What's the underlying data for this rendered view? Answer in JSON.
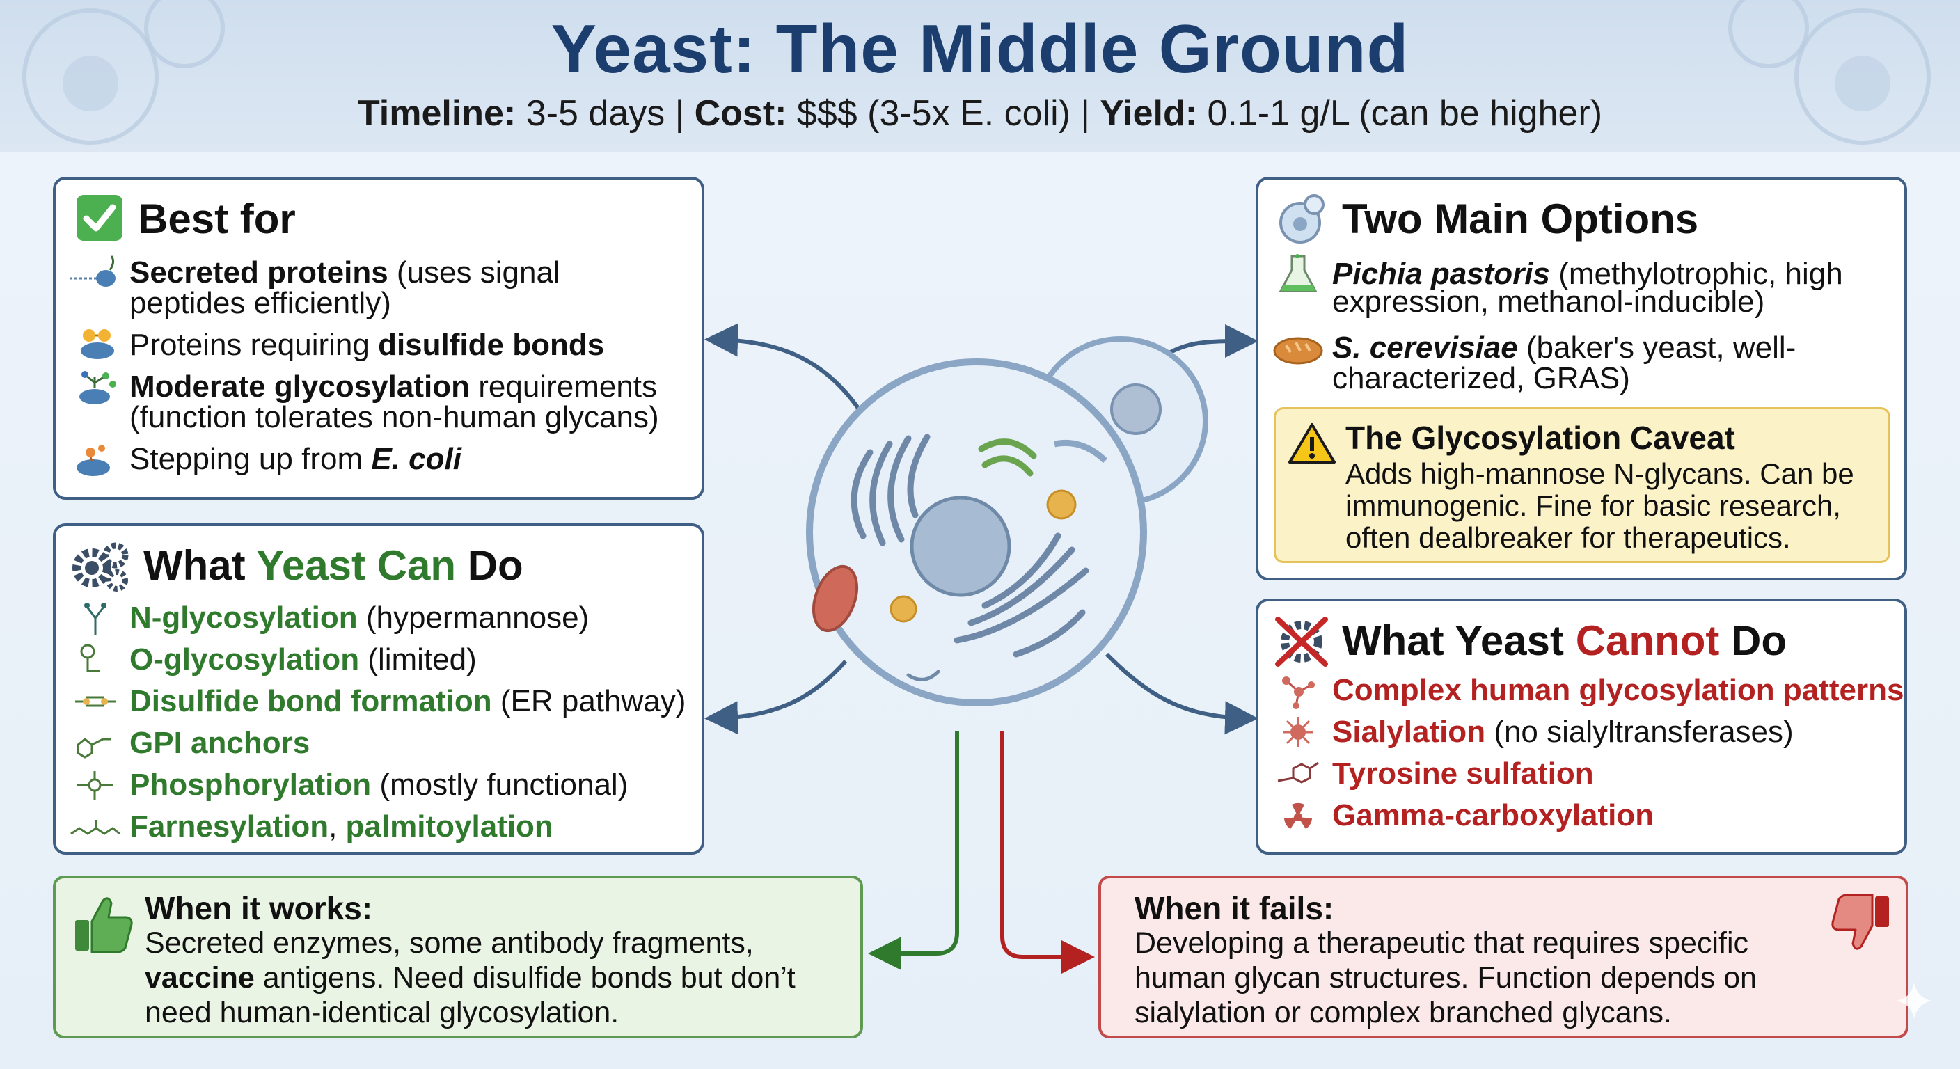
{
  "header": {
    "title": "Yeast: The Middle Ground",
    "timeline_label": "Timeline:",
    "timeline_value": " 3-5 days | ",
    "cost_label": "Cost:",
    "cost_value": " $$$ (3-5x E. coli) | ",
    "yield_label": "Yield:",
    "yield_value": " 0.1-1 g/L (can be higher)"
  },
  "best_for": {
    "title": "Best for",
    "items": [
      {
        "bold": "Secreted proteins",
        "rest": " (uses signal",
        "line2": "peptides efficiently)"
      },
      {
        "pre": "Proteins requiring ",
        "bold": "disulfide bonds"
      },
      {
        "bold": "Moderate glycosylation",
        "rest": " requirements",
        "line2": "(function tolerates non-human glycans)"
      },
      {
        "pre": "Stepping up from ",
        "bold_italic": "E. coli"
      }
    ]
  },
  "can_do": {
    "title_pre": "What ",
    "title_accent": "Yeast Can",
    "title_post": " Do",
    "items": [
      {
        "name": "N-glycosylation",
        "note": " (hypermannose)"
      },
      {
        "name": "O-glycosylation",
        "note": " (limited)"
      },
      {
        "name": "Disulfide bond formation",
        "note": " (ER pathway)"
      },
      {
        "name": "GPI anchors",
        "note": ""
      },
      {
        "name": "Phosphorylation",
        "note": " (mostly functional)"
      },
      {
        "name": "Farnesylation",
        "sep": ", ",
        "name2": "palmitoylation"
      }
    ]
  },
  "options": {
    "title": "Two Main Options",
    "items": [
      {
        "name": "Pichia pastoris",
        "rest": " (methylotrophic, high",
        "line2": "expression, methanol-inducible)"
      },
      {
        "name": "S. cerevisiae",
        "rest": " (baker's yeast, well-",
        "line2": "characterized, GRAS)"
      }
    ],
    "caveat": {
      "title": "The Glycosylation Caveat",
      "lines": [
        "Adds high-mannose N-glycans. Can be",
        "immunogenic. Fine for basic research,",
        "often dealbreaker for therapeutics."
      ]
    }
  },
  "cannot_do": {
    "title_pre": "What Yeast ",
    "title_accent": "Cannot",
    "title_post": " Do",
    "items": [
      {
        "name": "Complex human glycosylation patterns",
        "note": ""
      },
      {
        "name": "Sialylation",
        "note": " (no sialyltransferases)"
      },
      {
        "name": "Tyrosine sulfation",
        "note": ""
      },
      {
        "name": "Gamma-carboxylation",
        "note": ""
      }
    ]
  },
  "works": {
    "title": "When it works:",
    "line1": "Secreted enzymes, some antibody fragments,",
    "line2_bold": "vaccine",
    "line2_rest": " antigens. Need disulfide bonds but don’t",
    "line3": "need human-identical glycosylation."
  },
  "fails": {
    "title": "When it fails:",
    "lines": [
      "Developing a therapeutic that requires specific",
      "human glycan structures. Function depends on",
      "sialylation or complex branched glycans."
    ]
  },
  "colors": {
    "navy": "#1c3e6e",
    "green": "#2f7a2c",
    "red": "#b32121",
    "border": "#3f5f85"
  },
  "icons": [
    "checkmark-icon",
    "gear-icon",
    "yeast-cell-icon",
    "flask-icon",
    "bread-icon",
    "warning-icon",
    "crossed-gear-icon",
    "thumbs-up-icon",
    "thumbs-down-icon",
    "sparkle-icon"
  ]
}
